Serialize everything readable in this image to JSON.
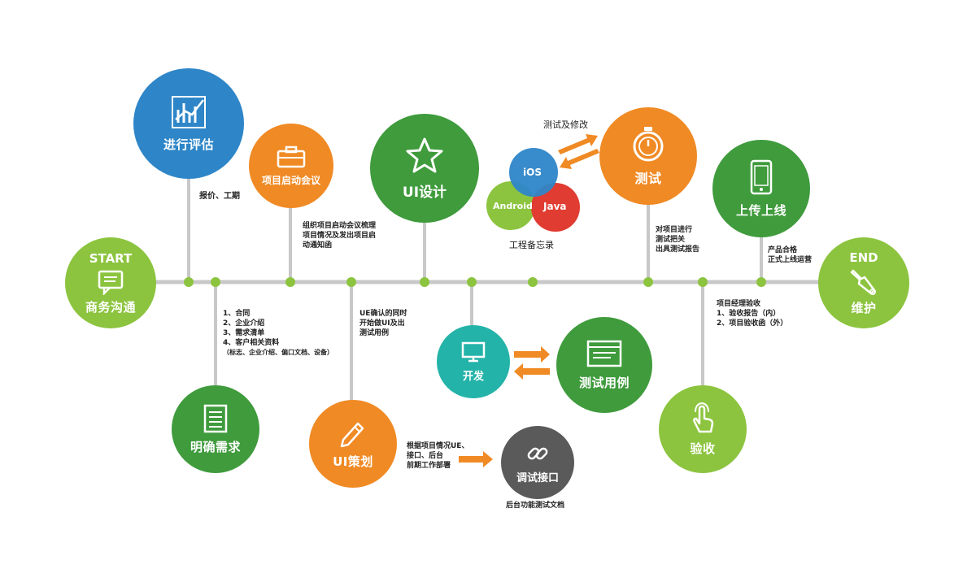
{
  "colors": {
    "blue": "#2e86c8",
    "orange": "#f08a24",
    "green": "#3f9b3c",
    "lightgreen": "#8cc43f",
    "teal": "#24b3a8",
    "red": "#e03c31",
    "gray": "#5a5a5a",
    "line": "#c8c8c8",
    "dot": "#8cc43f"
  },
  "nodes": {
    "start": {
      "tag": "START",
      "label": "商务沟通"
    },
    "evaluate": {
      "label": "进行评估"
    },
    "kickoff": {
      "label": "项目启动会议"
    },
    "ui_design": {
      "label": "UI设计"
    },
    "test": {
      "label": "测试"
    },
    "deploy": {
      "label": "上传上线"
    },
    "end": {
      "tag": "END",
      "label": "维护"
    },
    "requirements": {
      "label": "明确需求"
    },
    "ui_plan": {
      "label": "UI策划"
    },
    "develop": {
      "label": "开发"
    },
    "test_cases": {
      "label": "测试用例"
    },
    "debug_api": {
      "label": "调试接口"
    },
    "acceptance": {
      "label": "验收"
    },
    "ios": {
      "label": "iOS"
    },
    "android": {
      "label": "Android"
    },
    "java": {
      "label": "Java"
    }
  },
  "notes": {
    "evaluate": "报价、工期",
    "kickoff": [
      "组织项目启动会议梳理",
      "项目情况及发出项目启",
      "动通知函"
    ],
    "requirements": [
      "1、合同",
      "2、企业介绍",
      "3、需求清单",
      "4、客户相关资料",
      "（标志、企业介绍、偏口文档、设备）"
    ],
    "ui_plan": [
      "UE确认的同时",
      "开始做UI及出",
      "测试用例"
    ],
    "debug_api": [
      "根据项目情况UE、",
      "接口、后台",
      "前期工作部署"
    ],
    "debug_api_caption": "后台功能测试文档",
    "engineering": "工程备忘录",
    "test_loop": "测试及修改",
    "test": [
      "对项目进行",
      "测试把关",
      "出具测试报告"
    ],
    "acceptance": [
      "项目经理验收",
      "1、验收报告（内）",
      "2、项目验收函（外）"
    ],
    "deploy": [
      "产品合格",
      "正式上线运营"
    ]
  }
}
